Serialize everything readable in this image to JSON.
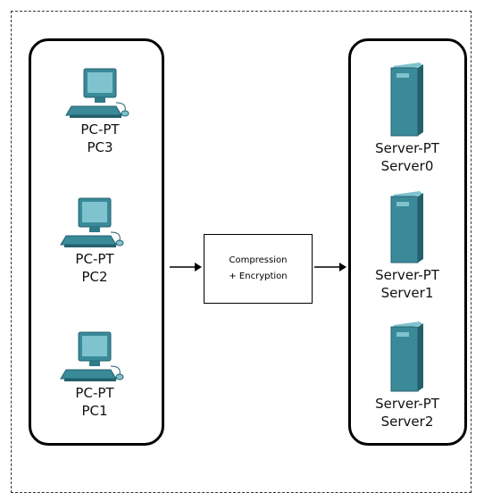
{
  "pcs": [
    {
      "type": "PC-PT",
      "name": "PC3"
    },
    {
      "type": "PC-PT",
      "name": "PC2"
    },
    {
      "type": "PC-PT",
      "name": "PC1"
    }
  ],
  "servers": [
    {
      "type": "Server-PT",
      "name": "Server0"
    },
    {
      "type": "Server-PT",
      "name": "Server1"
    },
    {
      "type": "Server-PT",
      "name": "Server2"
    }
  ],
  "process": {
    "line1": "Compression",
    "line2": "+ Encryption"
  },
  "colors": {
    "device_teal": "#3a8a9a",
    "device_light": "#7fc3cf",
    "device_dark": "#24606c",
    "outline": "#000000"
  },
  "icons": {
    "pc": "desktop-pc-icon",
    "server": "server-tower-icon"
  }
}
